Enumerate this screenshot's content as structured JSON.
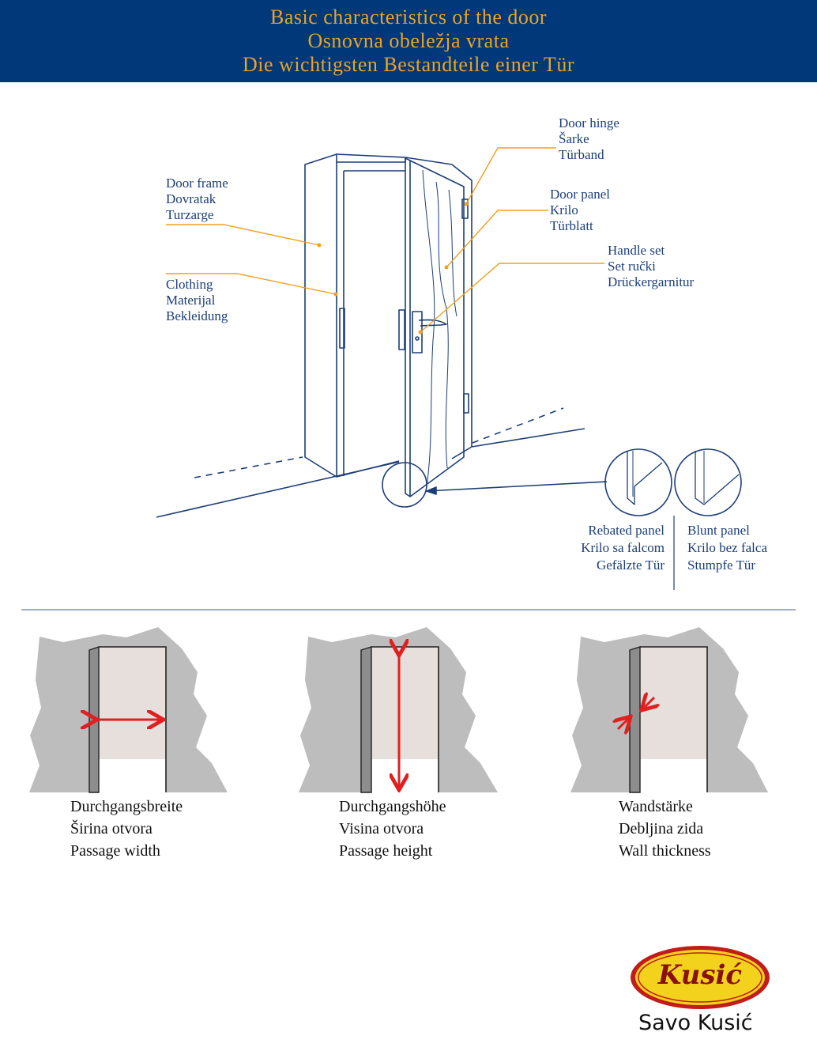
{
  "header": {
    "title_en": "Basic characteristics of the door",
    "title_sr": "Osnovna obeležja vrata",
    "title_de": "Die wichtigsten Bestandteile einer Tür"
  },
  "labels": {
    "frame": {
      "en": "Door frame",
      "sr": "Dovratak",
      "de": "Turzarge"
    },
    "clothing": {
      "en": "Clothing",
      "sr": "Materijal",
      "de": "Bekleidung"
    },
    "hinge": {
      "en": "Door hinge",
      "sr": "Šarke",
      "de": "Türband"
    },
    "panel": {
      "en": "Door panel",
      "sr": "Krilo",
      "de": "Türblatt"
    },
    "handle": {
      "en": "Handle set",
      "sr": "Set ručki",
      "de": "Drückergarnitur"
    },
    "rebated": {
      "en": "Rebated panel",
      "sr": "Krilo sa falcom",
      "de": "Gefälzte Tür"
    },
    "blunt": {
      "en": "Blunt panel",
      "sr": "Krilo bez falca",
      "de": "Stumpfe Tür"
    }
  },
  "measurements": [
    {
      "de": "Durchgangsbreite",
      "sr": "Širina otvora",
      "en": "Passage width"
    },
    {
      "de": "Durchgangshöhe",
      "sr": "Visina otvora",
      "en": "Passage height"
    },
    {
      "de": "Wandstärke",
      "sr": "Debljina zida",
      "en": "Wall thickness"
    }
  ],
  "logo": {
    "script": "Kusić",
    "name": "Savo Kusić"
  },
  "colors": {
    "header_bg": "#00387a",
    "header_text": "#e8a42a",
    "diagram_line": "#1c3e78",
    "leader": "#f0a020",
    "arrow": "#e02020",
    "wall": "#bdbdbd",
    "opening": "#e6dfdc"
  }
}
